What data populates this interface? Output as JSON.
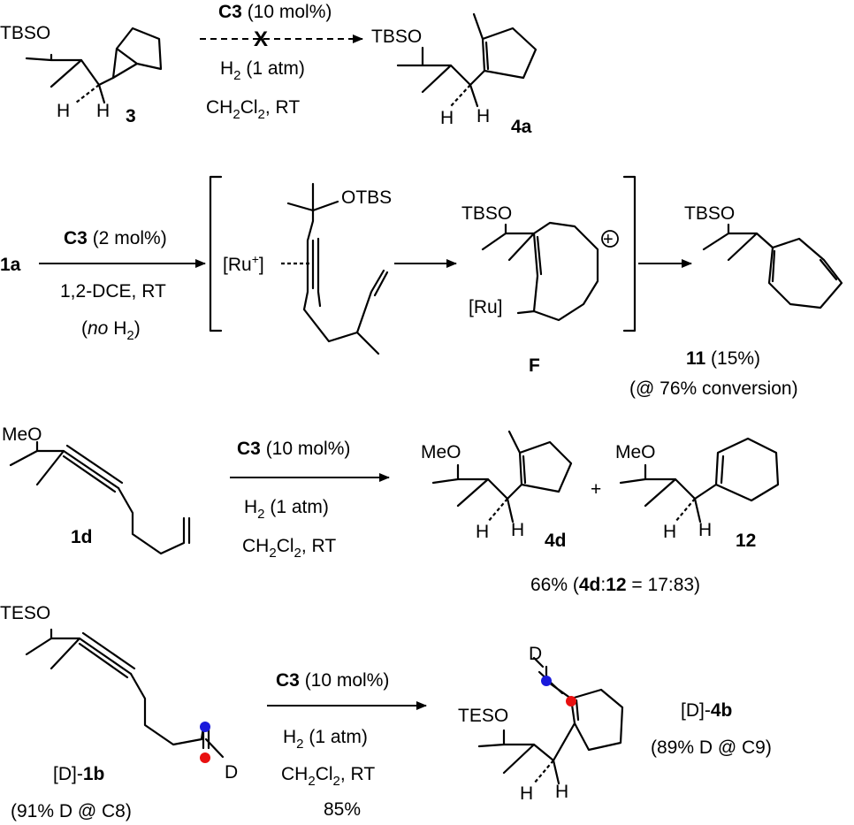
{
  "scheme1": {
    "sm_label": "3",
    "sm_otbs": "TBSO",
    "sm_h1": "H",
    "sm_h2": "H",
    "catalyst": "C3",
    "cat_loading": " (10 mol%)",
    "cond_h2": "H",
    "cond_h2_sub": "2",
    "cond_h2_tail": " (1 atm)",
    "cond_solvent_a": "CH",
    "cond_solvent_sub1": "2",
    "cond_solvent_b": "Cl",
    "cond_solvent_sub2": "2",
    "cond_solvent_tail": ", RT",
    "blocked_mark": "X",
    "product_label": "4a",
    "product_otbs": "TBSO",
    "p_h1": "H",
    "p_h2": "H"
  },
  "scheme2": {
    "sm_label": "1a",
    "catalyst": "C3",
    "cat_loading": " (2 mol%)",
    "solvent": "1,2-DCE, RT",
    "no_h2_a": "(",
    "no_h2_italic": "no",
    "no_h2_b": " H",
    "no_h2_sub": "2",
    "no_h2_c": ")",
    "ru_a": "[Ru",
    "ru_sup": "+",
    "ru_b": "]",
    "int1_otbs": "OTBS",
    "int2_otbs": "TBSO",
    "int2_ru": "[Ru]",
    "int2_charge": "+",
    "int2_label": "F",
    "product_otbs": "TBSO",
    "product_label": "11",
    "product_yield": " (15%)",
    "conversion": "(@ 76% conversion)"
  },
  "scheme3": {
    "sm_ome": "MeO",
    "sm_label": "1d",
    "catalyst": "C3",
    "cat_loading": " (10 mol%)",
    "cond_h2": "H",
    "cond_h2_sub": "2",
    "cond_h2_tail": " (1 atm)",
    "cond_solvent_a": "CH",
    "cond_solvent_sub1": "2",
    "cond_solvent_b": "Cl",
    "cond_solvent_sub2": "2",
    "cond_solvent_tail": ", RT",
    "p1_ome": "MeO",
    "p1_h1": "H",
    "p1_h2": "H",
    "p1_label": "4d",
    "plus": "+",
    "p2_ome": "MeO",
    "p2_h1": "H",
    "p2_h2": "H",
    "p2_label": "12",
    "ratio_a": "66% (",
    "ratio_b": "4d",
    "ratio_c": ":",
    "ratio_d": "12",
    "ratio_e": " = 17:83)"
  },
  "scheme4": {
    "sm_oes": "TESO",
    "sm_d": "D",
    "sm_label_a": "[D]-",
    "sm_label_b": "1b",
    "sm_note": "(91% D @ C8)",
    "catalyst": "C3",
    "cat_loading": " (10 mol%)",
    "cond_h2": "H",
    "cond_h2_sub": "2",
    "cond_h2_tail": " (1 atm)",
    "cond_solvent_a": "CH",
    "cond_solvent_sub1": "2",
    "cond_solvent_b": "Cl",
    "cond_solvent_sub2": "2",
    "cond_solvent_tail": ", RT",
    "yield": "85%",
    "p_d": "D",
    "p_oes": "TESO",
    "p_h1": "H",
    "p_h2": "H",
    "p_label_a": "[D]-",
    "p_label_b": "4b",
    "p_note": "(89% D @ C9)"
  },
  "colors": {
    "deuterium_marker": "#1a1adb",
    "carbon_marker": "#e81010",
    "ink": "#000000"
  }
}
